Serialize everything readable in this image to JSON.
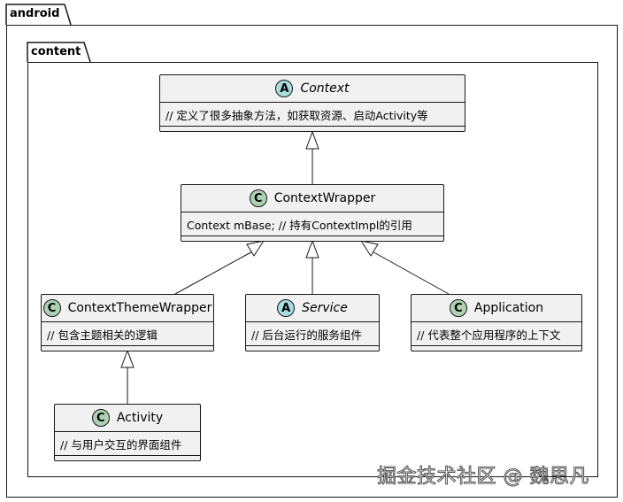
{
  "packages": {
    "outer": "android",
    "inner": "content"
  },
  "classes": {
    "context": {
      "kind": "A",
      "name": "Context",
      "note": "// 定义了很多抽象方法，如获取资源、启动Activity等"
    },
    "context_wrapper": {
      "kind": "C",
      "name": "ContextWrapper",
      "note": "Context mBase; // 持有ContextImpl的引用"
    },
    "context_theme_wrapper": {
      "kind": "C",
      "name": "ContextThemeWrapper",
      "note": "// 包含主题相关的逻辑"
    },
    "service": {
      "kind": "A",
      "name": "Service",
      "note": "// 后台运行的服务组件"
    },
    "application": {
      "kind": "C",
      "name": "Application",
      "note": "// 代表整个应用程序的上下文"
    },
    "activity": {
      "kind": "C",
      "name": "Activity",
      "note": "// 与用户交互的界面组件"
    }
  },
  "watermark": "掘金技术社区 @ 魏思凡",
  "colors": {
    "class_icon": "#add1b2",
    "abstract_icon": "#a9dcdf",
    "box_fill": "#f1f1f1",
    "line": "#181818"
  }
}
